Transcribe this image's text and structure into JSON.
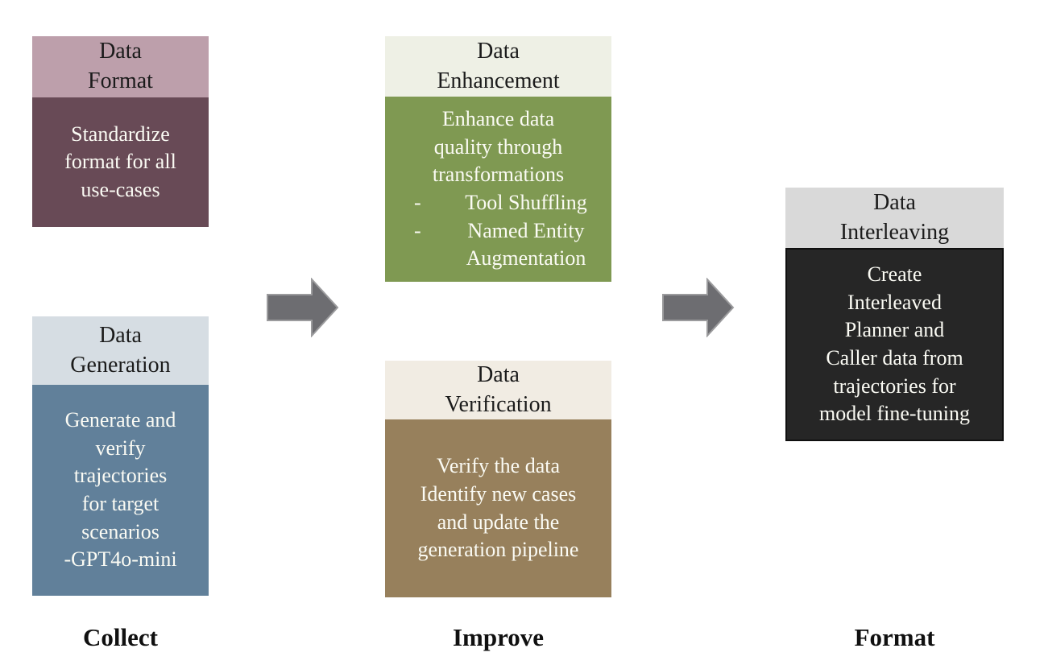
{
  "palette": {
    "page_bg": "#ffffff",
    "header_text": "#1b1b1b",
    "body_text": "#fbfbf4",
    "label_text": "#101010",
    "interleaving_body_border": "#101010"
  },
  "boxes": {
    "data_format": {
      "title": "Data\nFormat",
      "body": "Standardize\nformat for all\nuse-cases",
      "header_bg": "#bd9fab",
      "body_bg": "#684a56"
    },
    "data_generation": {
      "title": "Data\nGeneration",
      "body": "Generate and\nverify\ntrajectories\nfor target\nscenarios\n-GPT4o-mini",
      "header_bg": "#d6dde3",
      "body_bg": "#61809a"
    },
    "data_enhancement": {
      "title": "Data\nEnhancement",
      "body_intro": "Enhance data\nquality through\ntransformations",
      "bullet_marker": "-",
      "bullets": [
        "Tool Shuffling",
        "Named Entity Augmentation"
      ],
      "header_bg": "#eef0e5",
      "body_bg": "#7f9952"
    },
    "data_verification": {
      "title": "Data\nVerification",
      "body": "Verify the data\nIdentify new cases\nand update the\ngeneration pipeline",
      "header_bg": "#f1ece3",
      "body_bg": "#97805c"
    },
    "data_interleaving": {
      "title": "Data\nInterleaving",
      "body": "Create\nInterleaved\nPlanner and\nCaller data from\ntrajectories for\nmodel fine-tuning",
      "header_bg": "#d9d9d9",
      "body_bg": "#262626"
    }
  },
  "arrows": {
    "fill": "#6d6d71",
    "stroke": "#9b9b9d"
  },
  "stage_labels": {
    "collect": "Collect",
    "improve": "Improve",
    "format": "Format"
  }
}
